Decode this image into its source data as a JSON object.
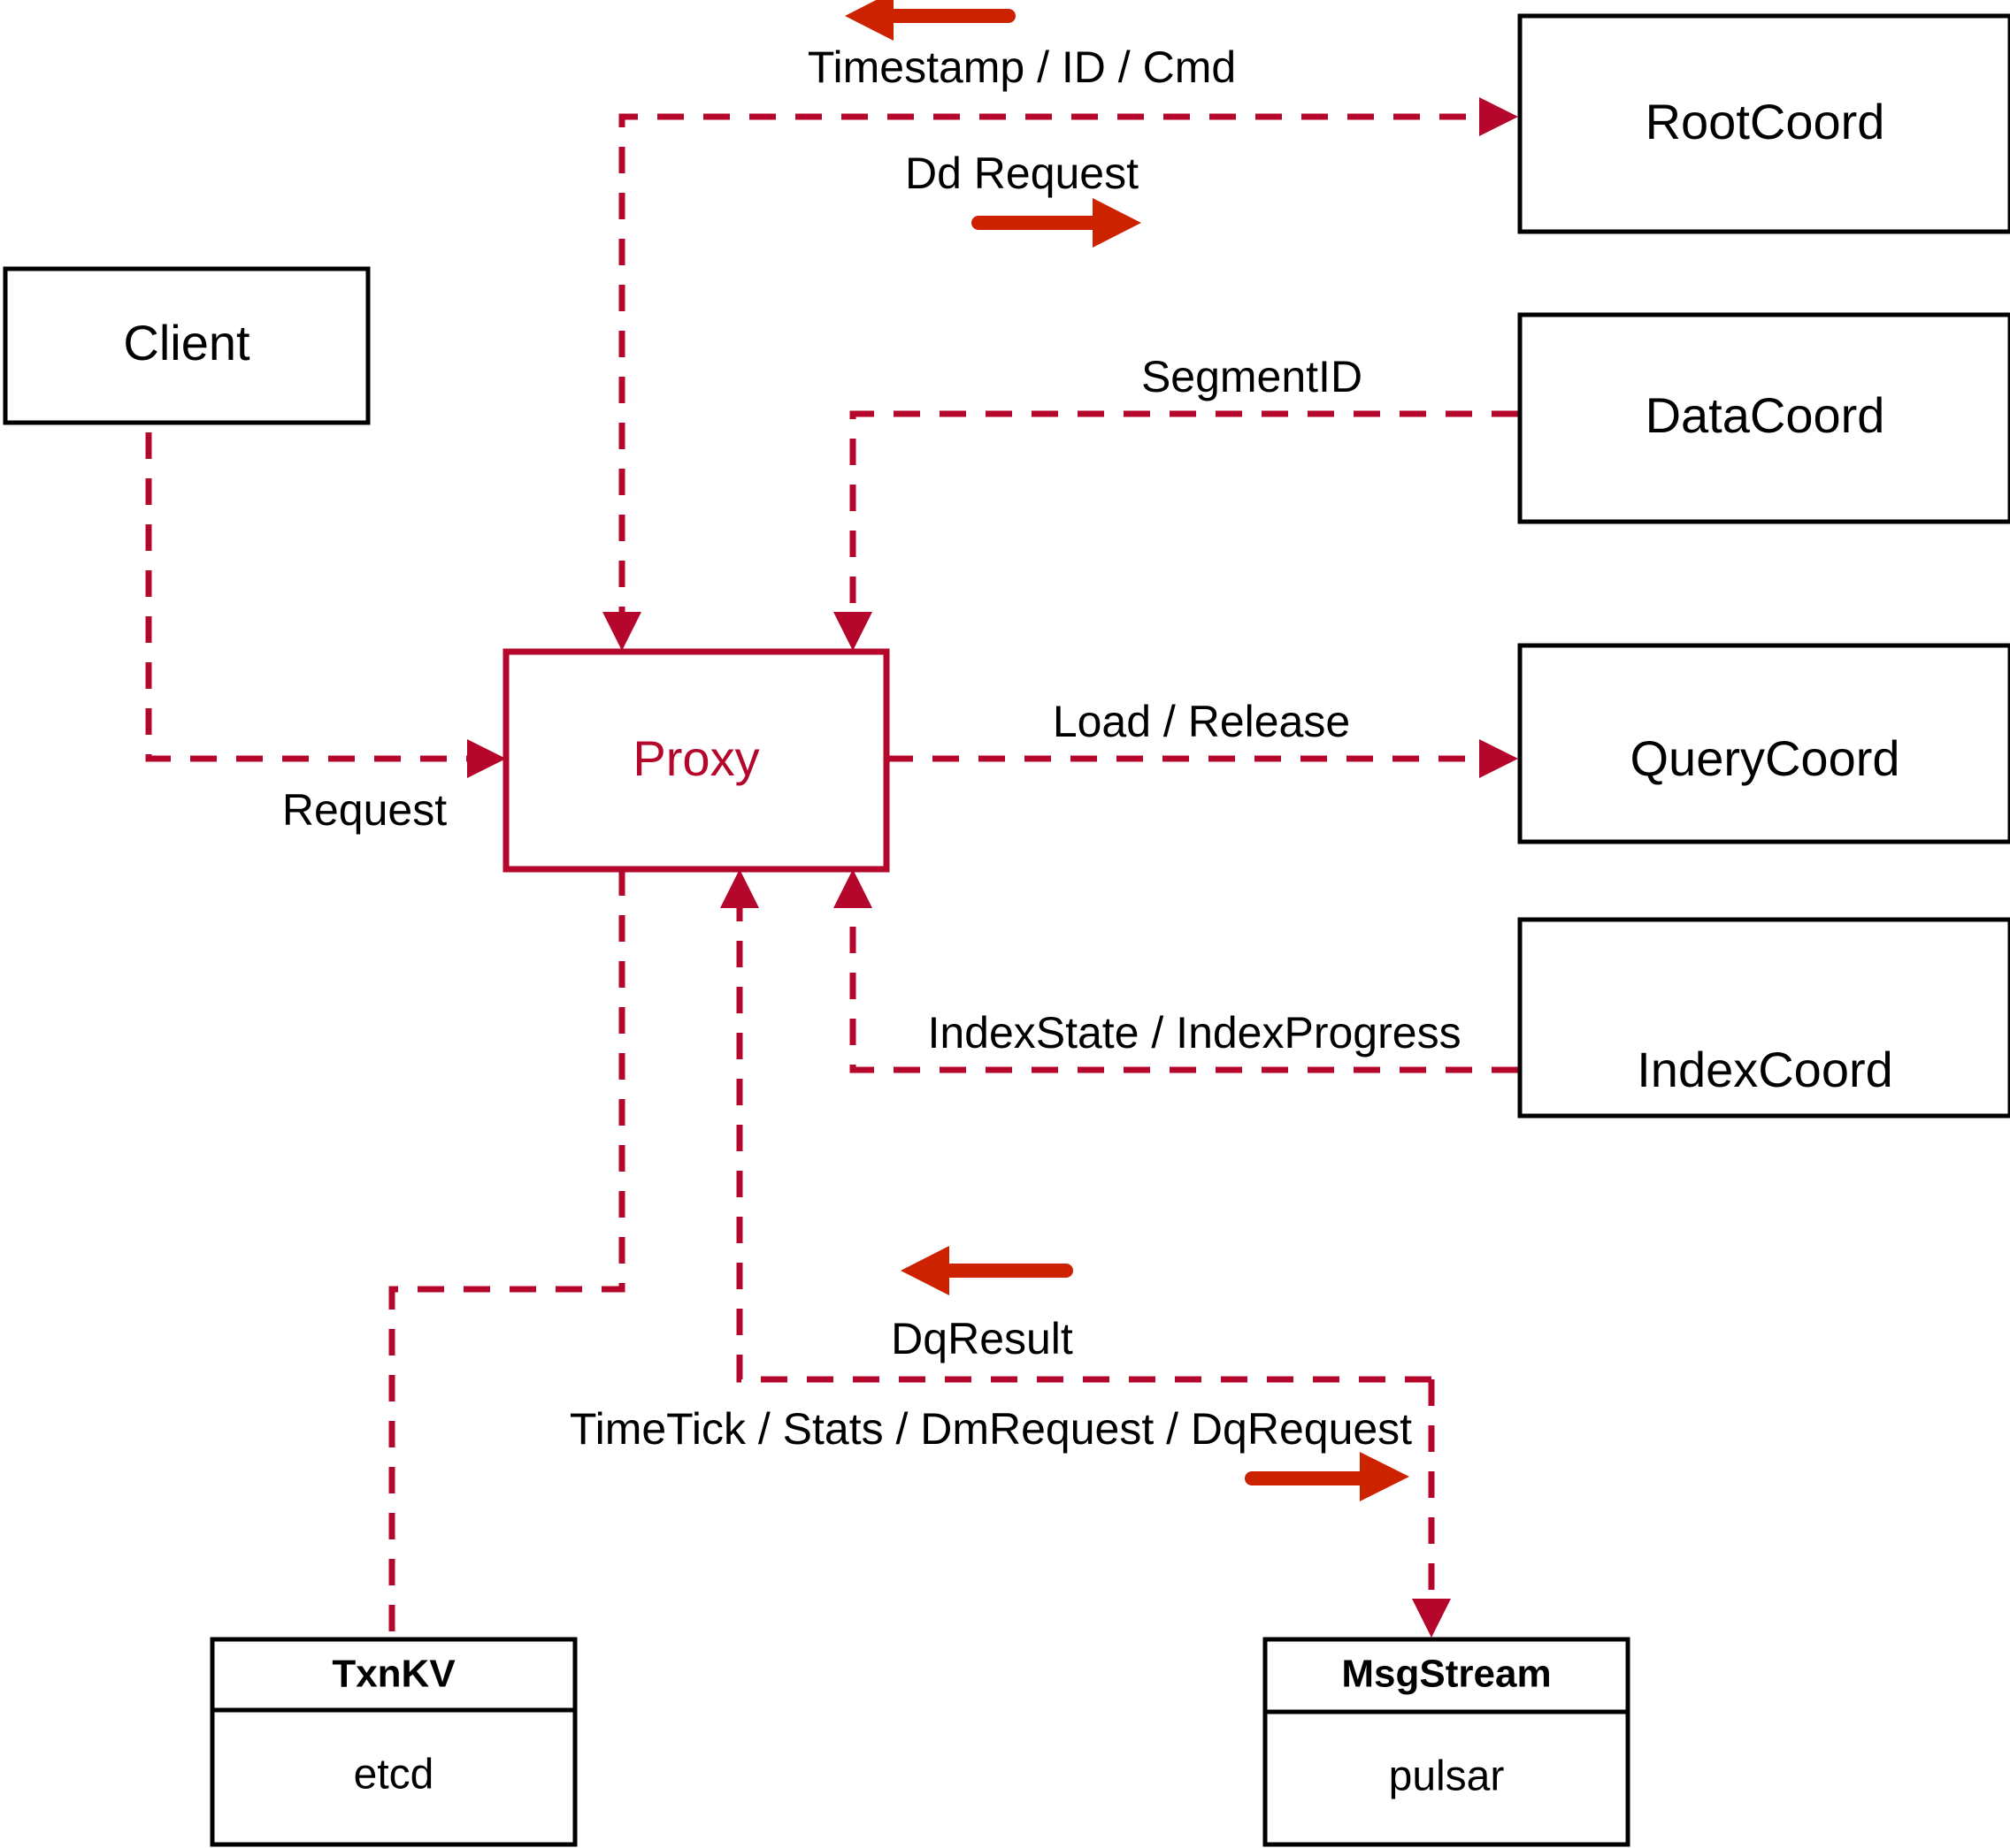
{
  "diagram": {
    "title": "Proxy component interaction diagram",
    "colors": {
      "flow_line": "#b4072b",
      "bold_arrow": "#cc2200",
      "node_border": "#000000",
      "proxy_border": "#b4072b",
      "proxy_text": "#b4072b",
      "background": "#ffffff"
    },
    "nodes": [
      {
        "id": "client",
        "label": "Client",
        "style": "black"
      },
      {
        "id": "proxy",
        "label": "Proxy",
        "style": "red"
      },
      {
        "id": "rootcoord",
        "label": "RootCoord",
        "style": "black"
      },
      {
        "id": "datacoord",
        "label": "DataCoord",
        "style": "black"
      },
      {
        "id": "querycoord",
        "label": "QueryCoord",
        "style": "black"
      },
      {
        "id": "indexcoord",
        "label": "IndexCoord",
        "style": "black"
      }
    ],
    "compound_nodes": [
      {
        "id": "txnkv",
        "header": "TxnKV",
        "body": "etcd"
      },
      {
        "id": "msgstream",
        "header": "MsgStream",
        "body": "pulsar"
      }
    ],
    "edge_labels": [
      {
        "id": "timestamp-id-cmd",
        "text": "Timestamp / ID / Cmd"
      },
      {
        "id": "dd-request",
        "text": "Dd Request"
      },
      {
        "id": "segment-id",
        "text": "SegmentID"
      },
      {
        "id": "request",
        "text": "Request"
      },
      {
        "id": "load-release",
        "text": "Load / Release"
      },
      {
        "id": "index-state",
        "text": "IndexState / IndexProgress"
      },
      {
        "id": "dq-result",
        "text": "DqResult"
      },
      {
        "id": "timetick-stats",
        "text": "TimeTick / Stats / DmRequest / DqRequest"
      }
    ],
    "direction_arrows": [
      {
        "id": "timestamp-arrow",
        "direction": "left"
      },
      {
        "id": "dd-request-arrow",
        "direction": "right"
      },
      {
        "id": "dqresult-arrow",
        "direction": "left"
      },
      {
        "id": "dqrequest-arrow",
        "direction": "right"
      }
    ]
  }
}
